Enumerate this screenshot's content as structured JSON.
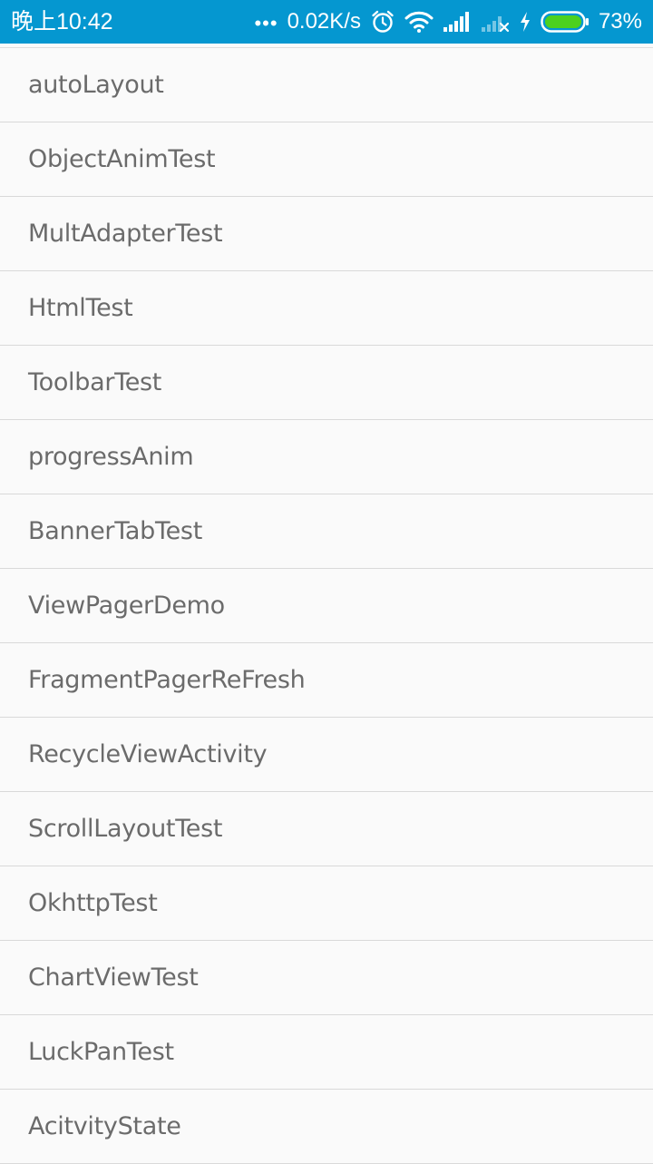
{
  "status_bar": {
    "time": "晚上10:42",
    "more_indicator": "•••",
    "net_speed": "0.02K/s",
    "battery_percent": "73%",
    "battery_level": 0.73,
    "icons": [
      "alarm-icon",
      "wifi-icon",
      "signal-icon",
      "no-signal-icon",
      "charging-icon",
      "battery-icon"
    ],
    "colors": {
      "background": "#0597d0",
      "battery_fill": "#4cd11f"
    }
  },
  "list": {
    "items": [
      {
        "label": "autoLayout"
      },
      {
        "label": "ObjectAnimTest"
      },
      {
        "label": "MultAdapterTest"
      },
      {
        "label": "HtmlTest"
      },
      {
        "label": "ToolbarTest"
      },
      {
        "label": "progressAnim"
      },
      {
        "label": "BannerTabTest"
      },
      {
        "label": "ViewPagerDemo"
      },
      {
        "label": "FragmentPagerReFresh"
      },
      {
        "label": "RecycleViewActivity"
      },
      {
        "label": "ScrollLayoutTest"
      },
      {
        "label": "OkhttpTest"
      },
      {
        "label": "ChartViewTest"
      },
      {
        "label": "LuckPanTest"
      },
      {
        "label": "AcitvityState"
      }
    ]
  }
}
